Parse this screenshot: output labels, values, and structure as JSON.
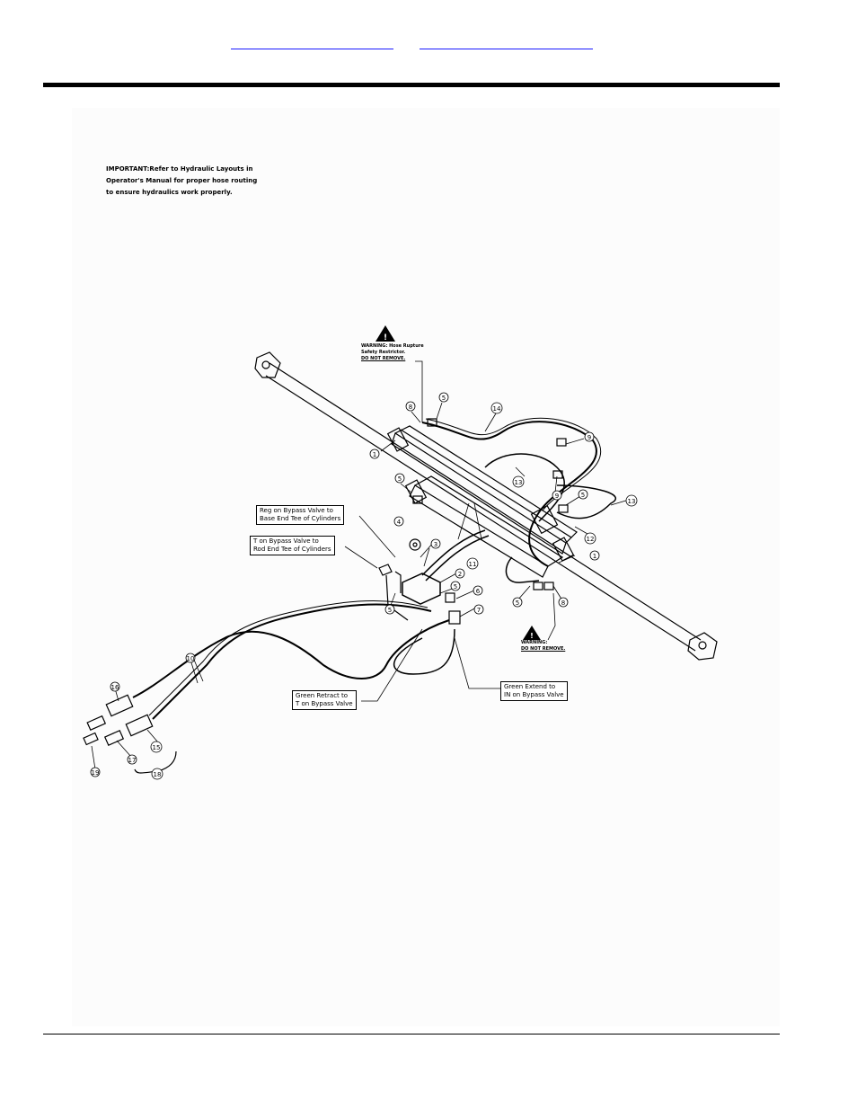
{
  "important_note": {
    "lines": [
      "IMPORTANT:Refer to Hydraulic Layouts in",
      "Operator's Manual for proper hose routing",
      "to ensure hydraulics work properly."
    ]
  },
  "warning_top": {
    "lines": [
      "WARNING: Hose Rupture",
      "Safety Restrictor.",
      "DO NOT REMOVE."
    ]
  },
  "warning_bottom": {
    "lines": [
      "WARNING:",
      "DO NOT REMOVE."
    ]
  },
  "callouts": {
    "reg": [
      "Reg on Bypass Valve to",
      "Base End Tee of Cylinders"
    ],
    "t_bypass": [
      "T on Bypass Valve to",
      "Rod End Tee of Cylinders"
    ],
    "green_retract": [
      "Green Retract to",
      "T on Bypass Valve"
    ],
    "green_extend": [
      "Green Extend to",
      "IN on Bypass Valve"
    ]
  },
  "item_numbers": [
    "1",
    "2",
    "3",
    "4",
    "5",
    "6",
    "7",
    "8",
    "9",
    "10",
    "11",
    "12",
    "13",
    "14",
    "15",
    "16",
    "17",
    "18",
    "19"
  ]
}
